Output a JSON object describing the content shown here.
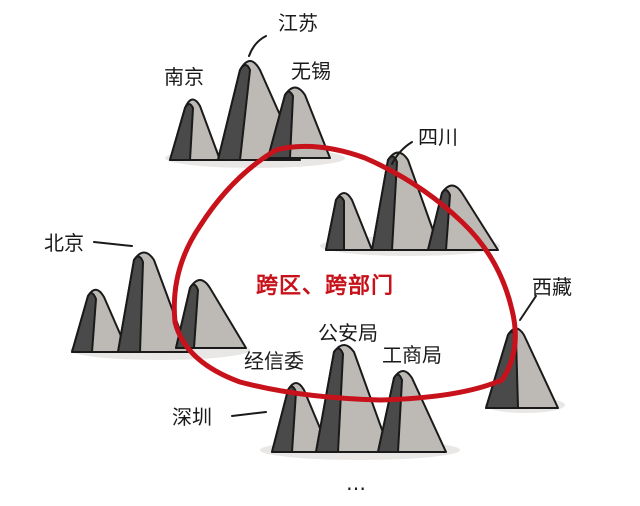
{
  "labels": {
    "jiangsu": "江苏",
    "nanjing": "南京",
    "wuxi": "无锡",
    "sichuan": "四川",
    "beijing": "北京",
    "xizang": "西藏",
    "gonganju": "公安局",
    "jingxinwei": "经信委",
    "gongshangju": "工商局",
    "shenzhen": "深圳",
    "ellipsis": "…"
  },
  "center_label": "跨区、跨部门",
  "colors": {
    "loop": "#c8121b",
    "mountain_dark": "#4a4a4a",
    "mountain_mid": "#8a8a8a",
    "mountain_light": "#bdbab5",
    "shadow": "#d6d4d1",
    "text": "#1a1a1a"
  }
}
